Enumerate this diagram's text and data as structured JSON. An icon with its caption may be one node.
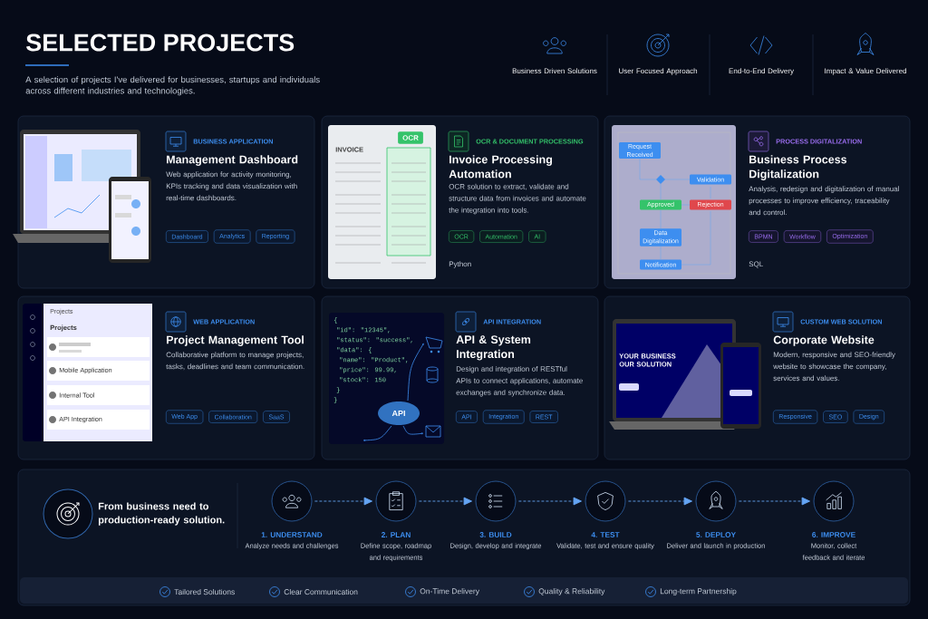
{
  "diagram": {
    "title": "SELECTED PROJECTS",
    "nodes": [
      {
        "text": [
          "BUSINESS APPLICATION",
          "Management Dashboard",
          "Web application for activity monitoring, KPIs tracking and data visualization with real-time dashboards."
        ]
      },
      {
        "text": [
          "Dashboard"
        ],
        "in": 0
      },
      {
        "text": [
          "Analytics"
        ],
        "in": 0
      },
      {
        "text": [
          "Reporting"
        ],
        "in": 0
      },
      {
        "text": [
          "OCR & DOCUMENT PROCESSING",
          "Invoice Processing Automation",
          "OCR solution to extract, validate and structure data from invoices and automate the integration into tools.",
          "Python"
        ]
      },
      {
        "text": [
          "OCR"
        ],
        "in": 4
      },
      {
        "text": [
          "Automation"
        ],
        "in": 4
      },
      {
        "text": [
          "AI"
        ],
        "in": 4
      },
      {
        "text": [
          "PROCESS DIGITALIZATION",
          "Business Process Digitalization",
          "Analysis, redesign and digitalization of manual processes to improve efficiency, traceability and control.",
          "SQL"
        ]
      },
      {
        "text": [
          "BPMN"
        ],
        "in": 8
      },
      {
        "text": [
          "Workflow"
        ],
        "in": 8
      },
      {
        "text": [
          "Optimization"
        ],
        "in": 8
      },
      {
        "text": [
          "WEB APPLICATION",
          "Project Management Tool",
          "Collaborative platform to manage projects, tasks, deadlines and team communication."
        ]
      },
      {
        "text": [
          "Web App"
        ],
        "in": 12
      },
      {
        "text": [
          "Collaboration"
        ],
        "in": 12
      },
      {
        "text": [
          "SaaS"
        ],
        "in": 12
      },
      {
        "text": [
          "API INTEGRATION",
          "API & System Integration",
          "Design and integration of RESTful APIs to connect applications, automate exchanges and synchronize data."
        ]
      },
      {
        "text": [
          "API"
        ],
        "in": 16
      },
      {
        "text": [
          "Integration"
        ],
        "in": 16
      },
      {
        "text": [
          "REST"
        ],
        "in": 16
      },
      {
        "text": [
          "CUSTOM WEB SOLUTION",
          "Corporate Website",
          "Modern, responsive and SEO-friendly website to showcase the company, services and values."
        ]
      },
      {
        "text": [
          "Responsive"
        ],
        "in": 20
      },
      {
        "text": [
          "SEO"
        ],
        "in": 20
      },
      {
        "text": [
          "Design"
        ],
        "in": 20
      },
      {
        "text": [
          "1. UNDERSTAND",
          "Analyze needs and challenges"
        ]
      },
      {
        "text": [
          "2. PLAN",
          "Define scope, roadmap and requirements"
        ]
      },
      {
        "text": [
          "3. BUILD",
          "Design, develop and integrate"
        ]
      },
      {
        "text": [
          "4. TEST",
          "Validate, test and ensure quality"
        ]
      },
      {
        "text": [
          "5. DEPLOY",
          "Deliver and launch in production"
        ]
      },
      {
        "text": [
          "6. IMPROVE",
          "Monitor, collect feedback and iterate"
        ]
      }
    ],
    "edges": [
      {
        "from": 24,
        "to": 25,
        "arrow": "to",
        "style": "dashed"
      },
      {
        "from": 25,
        "to": 26,
        "arrow": "to",
        "style": "dashed"
      },
      {
        "from": 26,
        "to": 27,
        "arrow": "to",
        "style": "dashed"
      },
      {
        "from": 27,
        "to": 28,
        "arrow": "to",
        "style": "dashed"
      },
      {
        "from": 28,
        "to": 29,
        "arrow": "to",
        "style": "dashed"
      }
    ],
    "labels": [
      "A selection of projects I've delivered for businesses, startups and individuals across different industries and technologies.",
      "Business Driven Solutions",
      "User Focused Approach",
      "End-to-End Delivery",
      "Impact & Value Delivered",
      "INVOICE",
      "OCR",
      "Request Received",
      "Validation",
      "Approved",
      "Rejection",
      "Data Digitalization",
      "Notification",
      "Projects",
      "Projects",
      "Mobile Application",
      "Internal Tool",
      "API Integration",
      "{",
      "\"id\": \"12345\",",
      "\"status\": \"success\",",
      "\"data\": {",
      "\"name\": \"Product\",",
      "\"price\": 99.99,",
      "\"stock\": 150",
      "}",
      "}",
      "API",
      "YOUR BUSINESS OUR SOLUTION",
      "From business need to production-ready solution.",
      "Tailored Solutions",
      "Clear Communication",
      "On-Time Delivery",
      "Quality & Reliability",
      "Long-term Partnership"
    ]
  }
}
